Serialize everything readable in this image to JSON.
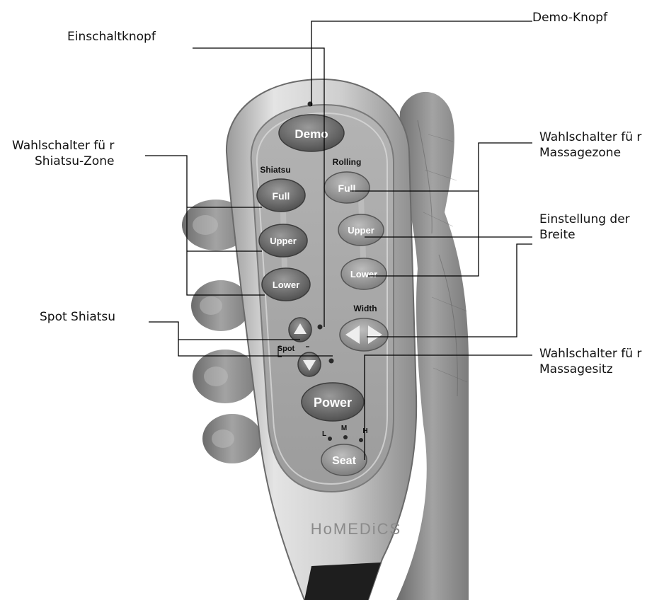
{
  "callouts": {
    "demo": "Demo-Knopf",
    "power_switch": "Einschaltknopf",
    "shiatsu_zone": "Wahlschalter fü r\nShiatsu-Zone",
    "massage_zone": "Wahlschalter fü r\nMassagezone",
    "width_setting": "Einstellung der\nBreite",
    "spot_shiatsu": "Spot Shiatsu",
    "seat": "Wahlschalter fü r\nMassagesitz"
  },
  "remote": {
    "section_shiatsu": "Shiatsu",
    "section_rolling": "Rolling",
    "section_width": "Width",
    "section_spot": "Spot",
    "btn_demo": "Demo",
    "btn_shiatsu_full": "Full",
    "btn_shiatsu_upper": "Upper",
    "btn_shiatsu_lower": "Lower",
    "btn_rolling_full": "Full",
    "btn_rolling_upper": "Upper",
    "btn_rolling_lower": "Lower",
    "btn_power": "Power",
    "btn_seat": "Seat",
    "seat_level_l": "L",
    "seat_level_m": "M",
    "seat_level_h": "H",
    "brand": "HoMEDiCS"
  },
  "colors": {
    "background": "#ffffff",
    "remote_body": "#c9c9c9",
    "panel": "#a8a8a8",
    "button": "#6e6e6e",
    "led": "#2a2a2a",
    "hand": "#8a8a8a",
    "leader_line": "#000000"
  }
}
